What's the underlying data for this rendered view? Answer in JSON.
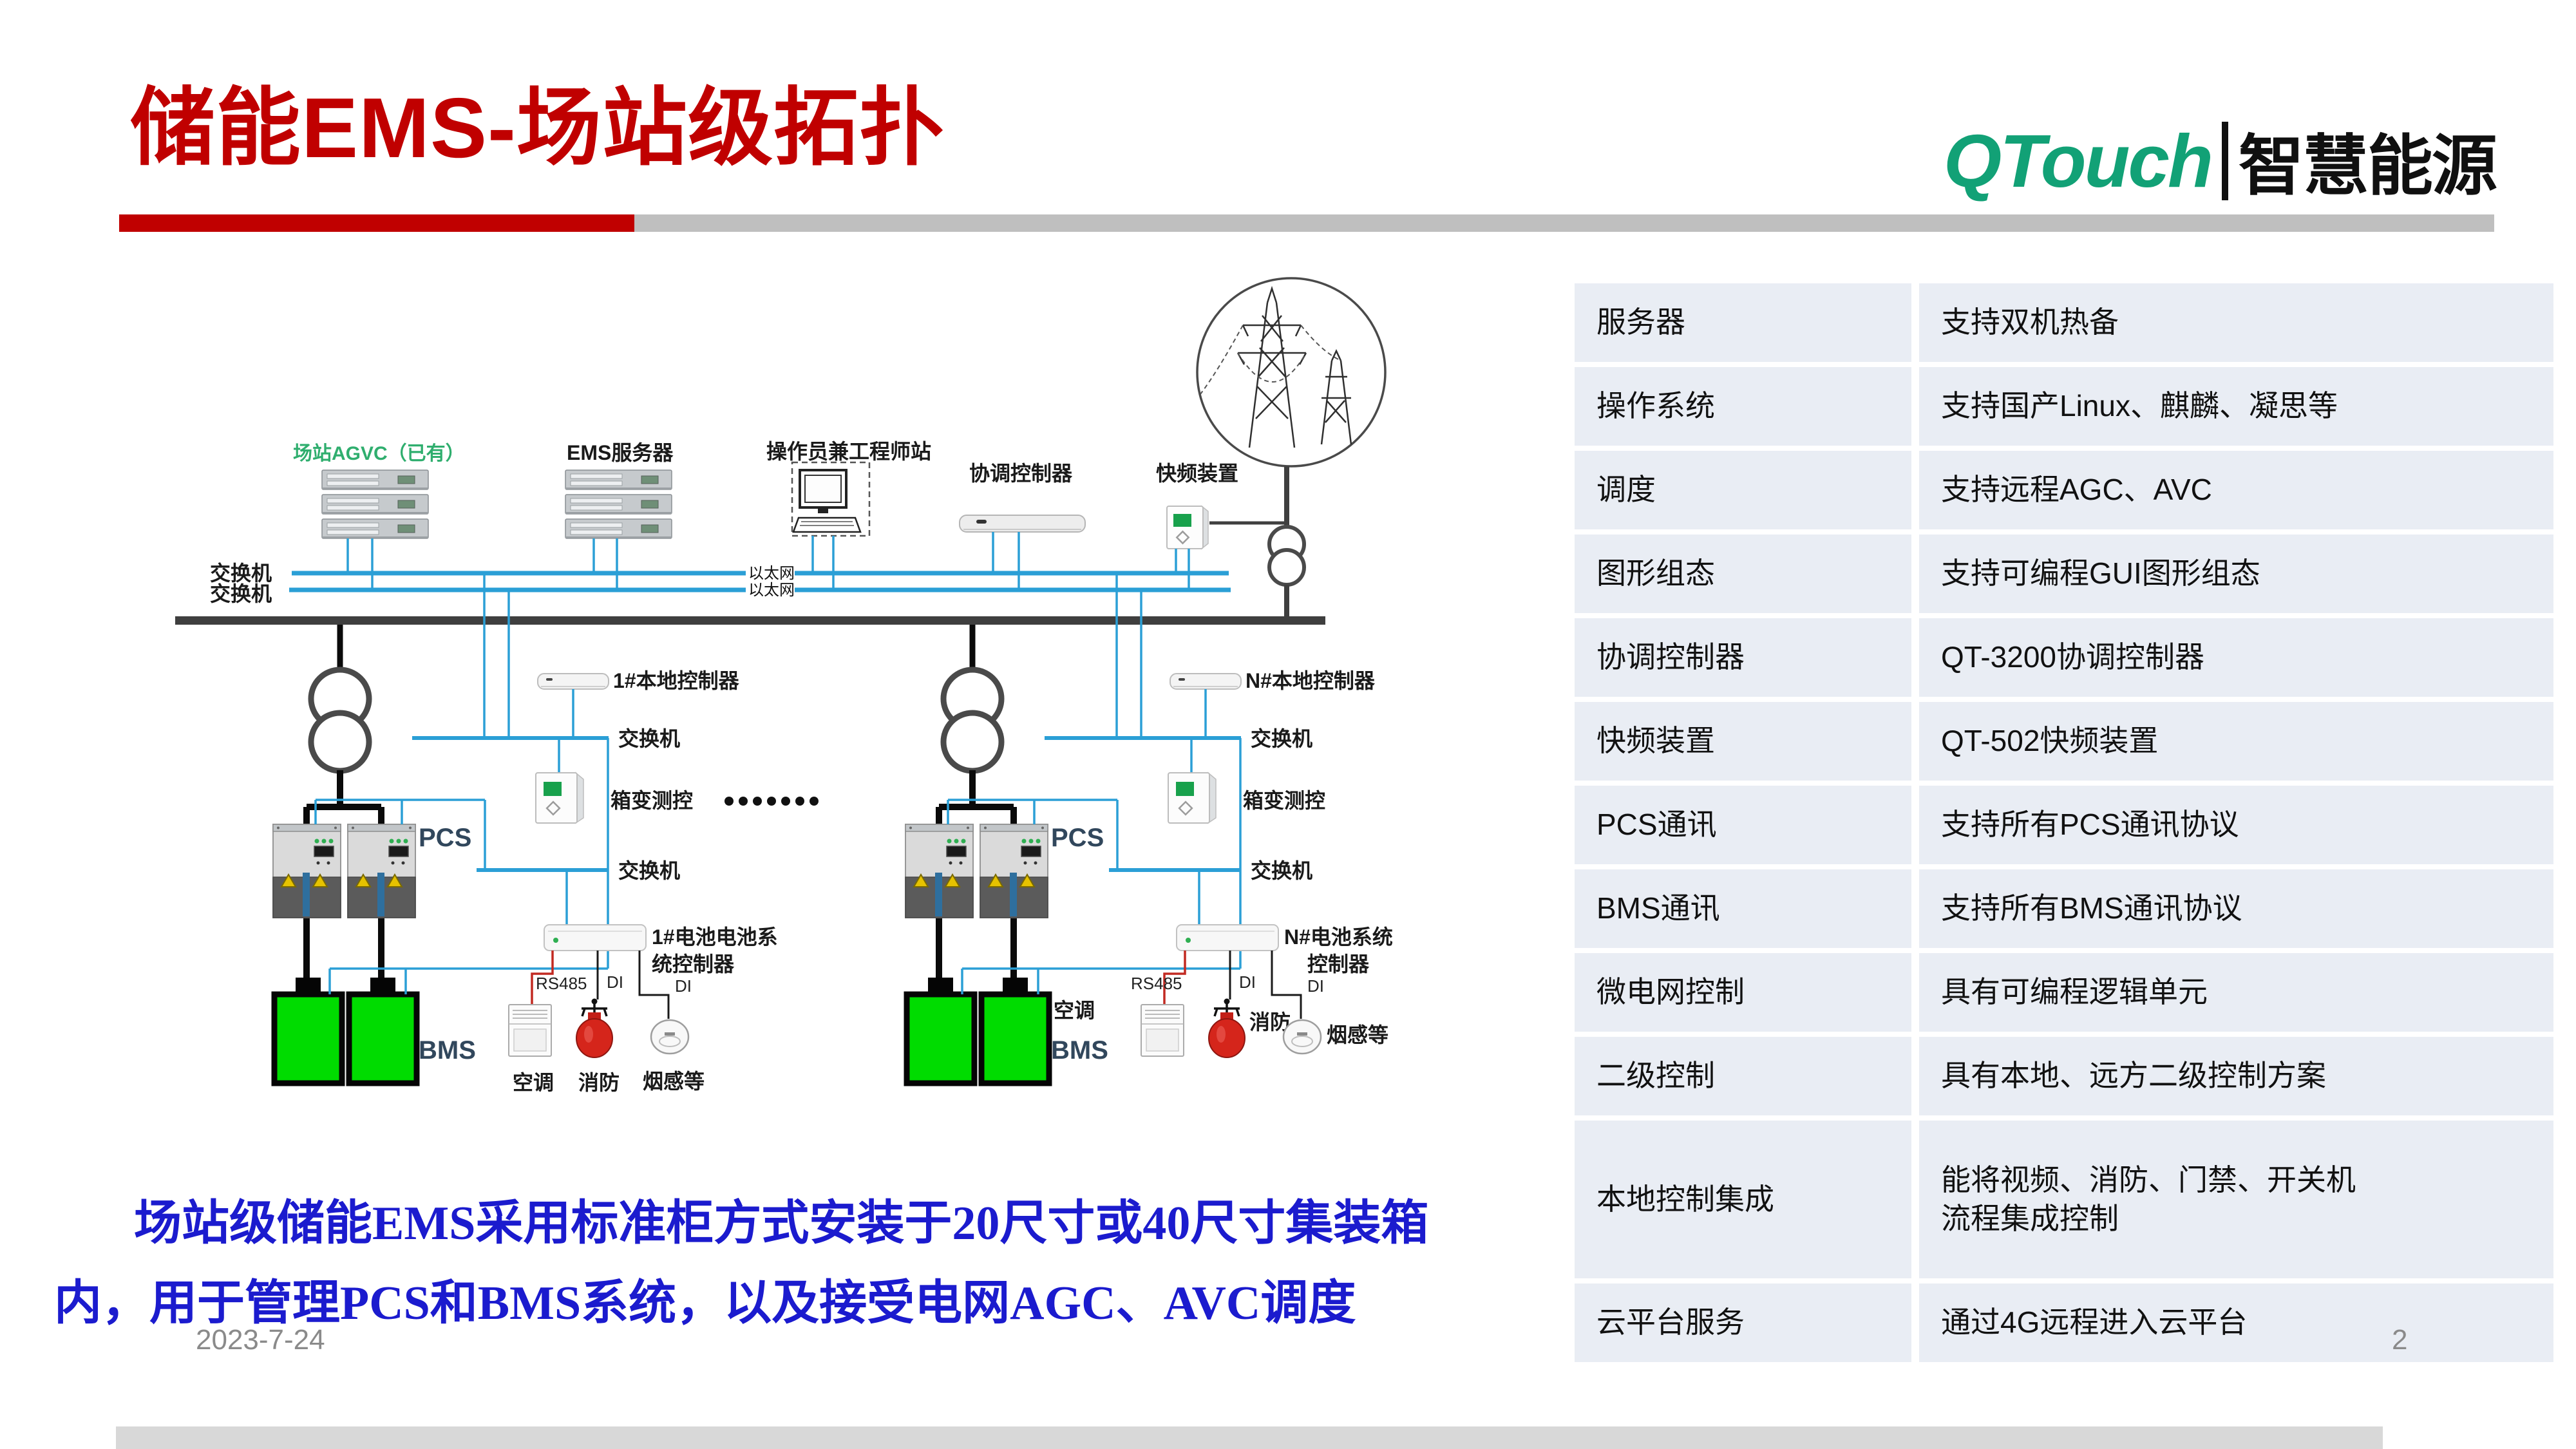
{
  "title": "储能EMS-场站级拓扑",
  "logo": {
    "brand": "QTouch",
    "name": "智慧能源"
  },
  "description": {
    "line1": "场站级储能EMS采用标准柜方式安装于20尺寸或40尺寸集装箱",
    "line2": "内，用于管理PCS和BMS系统，以及接受电网AGC、AVC调度"
  },
  "footer": {
    "date": "2023-7-24",
    "page": "2"
  },
  "colors": {
    "accent_red": "#C00000",
    "rule_gray": "#BFBFBF",
    "brand_green": "#12A176",
    "line_cyan": "#2B9FD6",
    "battery_green": "#00DC00",
    "device_green": "#18A14C",
    "table_bg": "#E9EDF4",
    "text_blue": "#1B1BCE",
    "bus_dark": "#3F3F3F"
  },
  "spec_table": {
    "rows": [
      {
        "label": "服务器",
        "value": "支持双机热备",
        "value2": ""
      },
      {
        "label": "操作系统",
        "value": "支持国产Linux、麒麟、凝思等",
        "value2": ""
      },
      {
        "label": "调度",
        "value": "支持远程AGC、AVC",
        "value2": ""
      },
      {
        "label": "图形组态",
        "value": "支持可编程GUI图形组态",
        "value2": ""
      },
      {
        "label": "协调控制器",
        "value": "QT-3200协调控制器",
        "value2": ""
      },
      {
        "label": "快频装置",
        "value": "QT-502快频装置",
        "value2": ""
      },
      {
        "label": "PCS通讯",
        "value": "支持所有PCS通讯协议",
        "value2": ""
      },
      {
        "label": "BMS通讯",
        "value": "支持所有BMS通讯协议",
        "value2": ""
      },
      {
        "label": "微电网控制",
        "value": "具有可编程逻辑单元",
        "value2": ""
      },
      {
        "label": "二级控制",
        "value": "具有本地、远方二级控制方案",
        "value2": ""
      },
      {
        "label": "本地控制集成",
        "value": "能将视频、消防、门禁、开关机",
        "value2": "流程集成控制"
      },
      {
        "label": "云平台服务",
        "value": "通过4G远程进入云平台",
        "value2": ""
      }
    ]
  },
  "diagram": {
    "agvc_label": "场站AGVC（已有）",
    "ems_label": "EMS服务器",
    "operator_label": "操作员兼工程师站",
    "coordinator_label": "协调控制器",
    "fastfreq_label": "快频装置",
    "switch_label": "交换机",
    "ethernet_label": "以太网",
    "metering_label": "箱变测控",
    "pcs_label": "PCS",
    "bms_label": "BMS",
    "rs485_label": "RS485",
    "di_label": "DI",
    "ac_label": "空调",
    "fire_label": "消防",
    "smoke_label": "烟感等",
    "left": {
      "local_controller": "1#本地控制器",
      "bcs_line1": "1#电池电池系",
      "bcs_line2": "统控制器"
    },
    "right": {
      "local_controller": "N#本地控制器",
      "bcs_line1": "N#电池系统",
      "bcs_line2": "控制器"
    }
  }
}
